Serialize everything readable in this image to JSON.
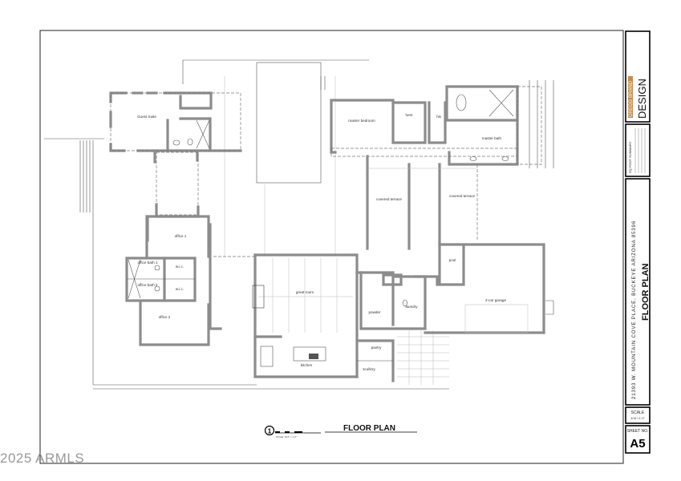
{
  "sheet": {
    "title": "FLOOR PLAN",
    "detail_number": "1",
    "scale_bar_note": "SCALE: 3/16\" = 1'-0\"",
    "address": "21393 W. MOUNTAIN COVE PLACE, BUCKEYE ARIZONA 85396",
    "firm_logo": "GREGG BRAND DESIGN LLC",
    "sq_ft_summary_title": "SQ FOOT SUMMARY",
    "scale_label": "SCALE",
    "scale_value": "3/16\"=1'-0\"",
    "sheet_no_label": "SHEET NO.",
    "sheet_no": "A5"
  },
  "rooms": {
    "guest_suite": "Guest Suite",
    "master_bedroom": "master bedroom",
    "hers": "hers",
    "his": "his",
    "master_bath": "master bath",
    "covered_terrace_1": "covered terrace",
    "covered_terrace_2": "covered terrace",
    "office_1": "office 1",
    "office_bath_1": "office bath 1",
    "office_bath_2": "office bath 2",
    "wic_1": "w.i.c.",
    "wic_2": "w.i.c.",
    "office_2": "office 2",
    "great_room": "great room",
    "kitchen": "kitchen",
    "powder": "powder",
    "laundry": "laundry",
    "pantry": "pantry",
    "scullery": "scullery",
    "pool": "pool",
    "garage": "2-car garage"
  },
  "watermark": "2025 ARMLS"
}
